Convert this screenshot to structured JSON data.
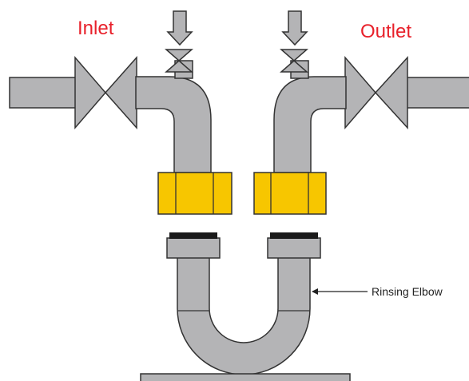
{
  "labels": {
    "inlet": "Inlet",
    "outlet": "Outlet",
    "rinsing_elbow": "Rinsing Elbow"
  },
  "colors": {
    "label_red": "#e8212b",
    "pipe_fill": "#b4b4b6",
    "pipe_stroke": "#333333",
    "nut_fill": "#f7c600",
    "gasket": "#1a1a1a"
  },
  "icons": {
    "inlet_valve": "butterfly-valve-icon",
    "outlet_valve": "butterfly-valve-icon",
    "arrow": "arrow-left-icon"
  }
}
